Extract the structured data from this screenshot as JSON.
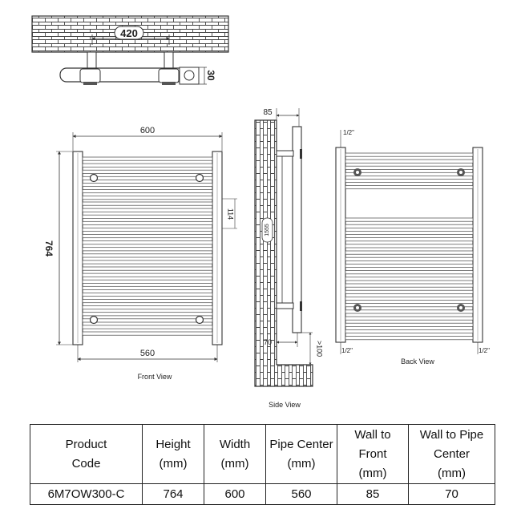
{
  "top_view": {
    "width_label": "420",
    "depth_label": "30"
  },
  "front_view": {
    "title": "Front View",
    "width_label": "600",
    "height_label": "764",
    "pipe_center_label": "560",
    "gap_label": "114"
  },
  "side_view": {
    "title": "Side View",
    "wall_to_front_label": "85",
    "height_label": "1555",
    "wall_to_pipe_label": "70",
    "floor_clearance_label": ">100"
  },
  "back_view": {
    "title": "Back View",
    "fitting_top": "1/2\"",
    "fitting_bottom_left": "1/2\"",
    "fitting_bottom_right": "1/2\""
  },
  "table": {
    "headers": [
      [
        "Product",
        "Code"
      ],
      [
        "Height",
        "(mm)"
      ],
      [
        "Width",
        "(mm)"
      ],
      [
        "Pipe Center",
        "(mm)"
      ],
      [
        "Wall to",
        "Front",
        "(mm)"
      ],
      [
        "Wall to Pipe",
        "Center",
        "(mm)"
      ]
    ],
    "row": [
      "6M7OW300-C",
      "764",
      "600",
      "560",
      "85",
      "70"
    ]
  }
}
